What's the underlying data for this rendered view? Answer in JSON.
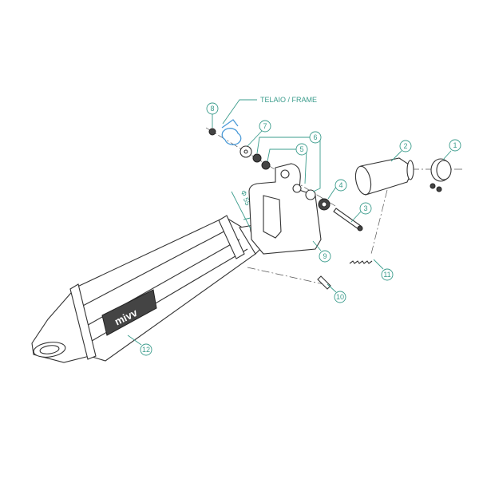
{
  "frame_label": "TELAIO / FRAME",
  "dimension_label": "Φ 55",
  "logo_text": "mivv",
  "callouts": [
    "1",
    "2",
    "3",
    "4",
    "5",
    "6",
    "7",
    "8",
    "9",
    "10",
    "11",
    "12"
  ],
  "colors": {
    "callout": "#3b9c8c",
    "frame": "#4a9ad8",
    "line": "#333333"
  }
}
